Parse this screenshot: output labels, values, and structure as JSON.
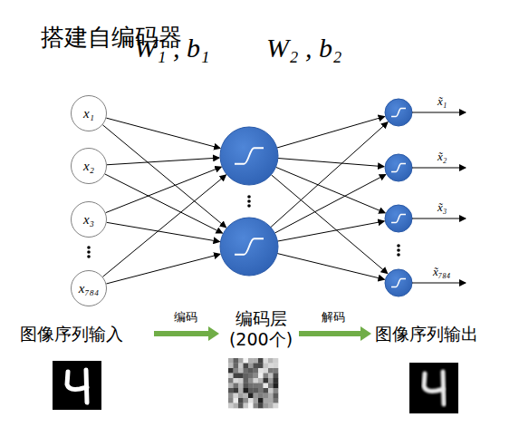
{
  "diagram": {
    "title": "搭建自编码器",
    "nodes": [
      {
        "text": [
          "x₁"
        ]
      },
      {
        "text": [
          "x₂"
        ]
      },
      {
        "text": [
          "x₃"
        ]
      },
      {
        "text": [
          "x₇₈₄"
        ]
      }
    ],
    "labels": [
      "W₁ , b₁",
      "W₂ , b₂",
      "x̃₁",
      "x̃₂",
      "x̃₃",
      "x̃₇₈₄",
      "图像序列输入",
      "编码",
      "编码层 (200个)",
      "解码",
      "图像序列输出"
    ]
  }
}
